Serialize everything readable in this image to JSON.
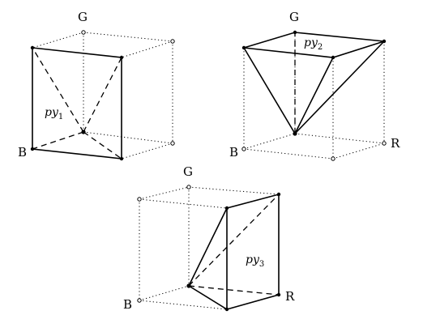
{
  "figures": [
    {
      "id": "cube1",
      "axis_labels": {
        "g": "G",
        "b": "B",
        "r": ""
      },
      "pyramid": {
        "name": "py",
        "subscript": "1"
      }
    },
    {
      "id": "cube2",
      "axis_labels": {
        "g": "G",
        "b": "B",
        "r": "R"
      },
      "pyramid": {
        "name": "py",
        "subscript": "2"
      }
    },
    {
      "id": "cube3",
      "axis_labels": {
        "g": "G",
        "b": "B",
        "r": "R"
      },
      "pyramid": {
        "name": "py",
        "subscript": "3"
      }
    }
  ]
}
